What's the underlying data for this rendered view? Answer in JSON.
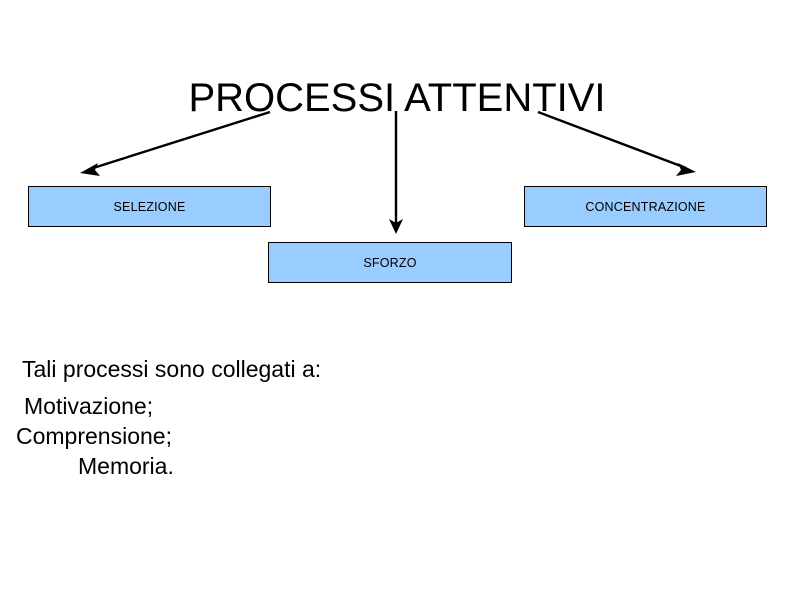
{
  "slide": {
    "title": "PROCESSI ATTENTIVI",
    "background_color": "#ffffff",
    "text_color": "#000000"
  },
  "diagram": {
    "box_fill_color": "#99ccff",
    "box_border_color": "#000000",
    "arrow_color": "#000000",
    "nodes": [
      {
        "id": "selezione",
        "label": "SELEZIONE"
      },
      {
        "id": "sforzo",
        "label": "SFORZO"
      },
      {
        "id": "concentrazione",
        "label": "CONCENTRAZIONE"
      }
    ],
    "arrows": [
      {
        "id": "arrow-to-selezione",
        "from": "title",
        "to": "selezione",
        "direction": "down-left"
      },
      {
        "id": "arrow-to-sforzo",
        "from": "title",
        "to": "sforzo",
        "direction": "down"
      },
      {
        "id": "arrow-to-concentrazione",
        "from": "title",
        "to": "concentrazione",
        "direction": "down-right"
      }
    ]
  },
  "body": {
    "lead": "Tali processi sono collegati a:",
    "items": [
      {
        "text": "Motivazione;",
        "indent": 1
      },
      {
        "text": "Comprensione;",
        "indent": 0
      },
      {
        "text": "Memoria.",
        "indent": 2
      }
    ]
  }
}
